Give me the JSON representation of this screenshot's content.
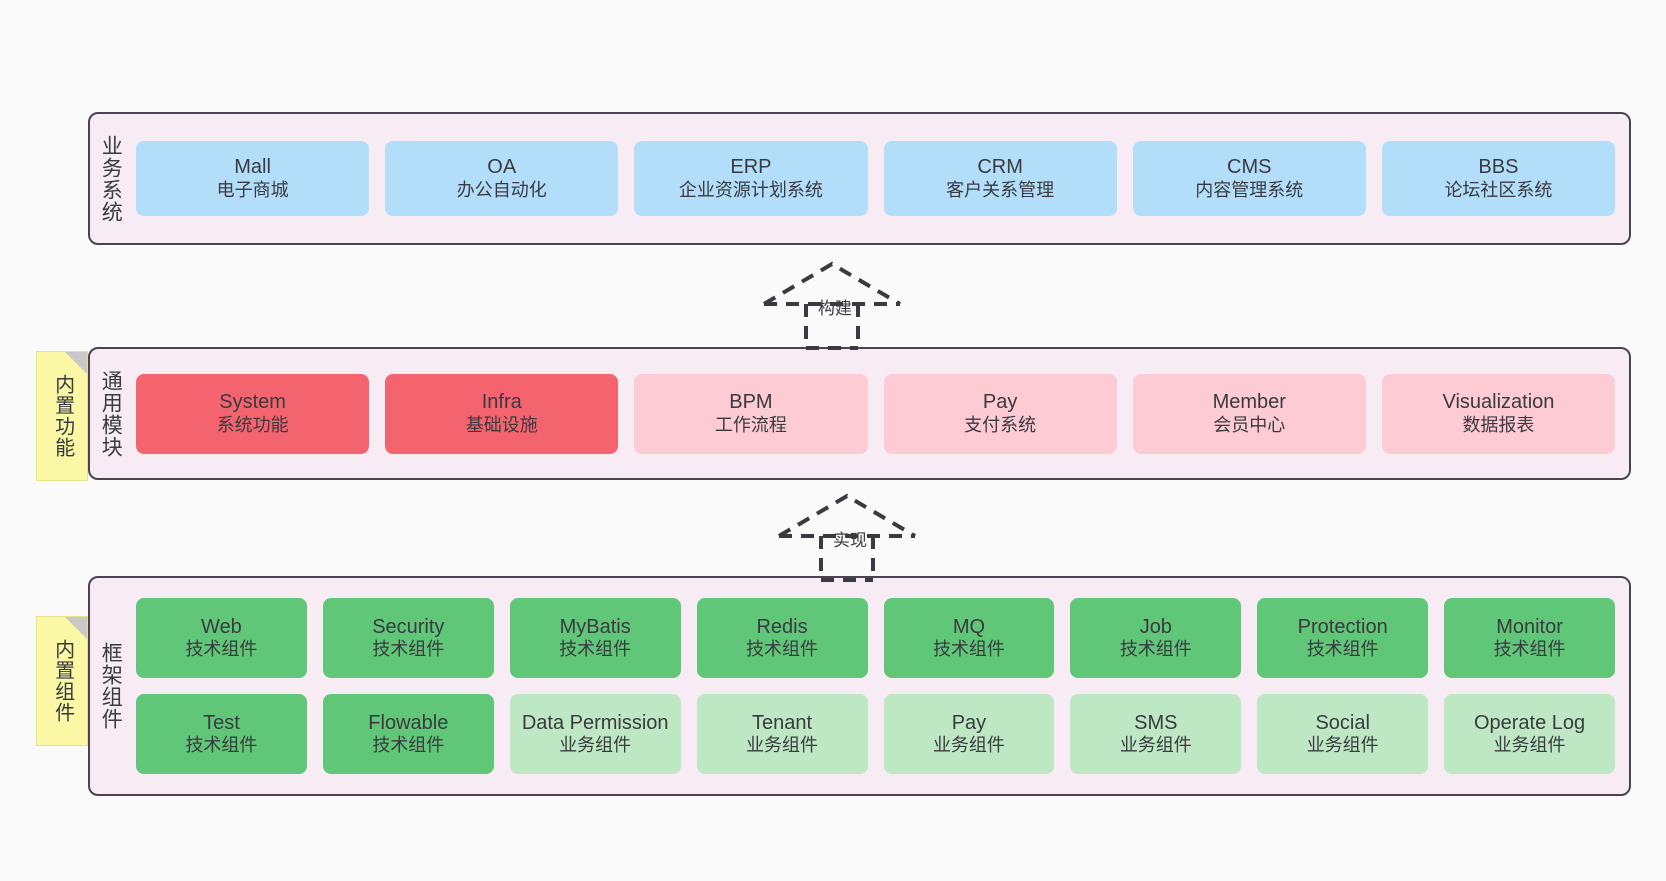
{
  "diagram": {
    "title": "",
    "colors": {
      "layer_background": "#F7EBF4",
      "layer_border": "#4A4452",
      "business_card": "#B3DEFA",
      "core_module_card": "#F4646E",
      "optional_module_card": "#FCCBD3",
      "tech_component_card": "#5FC777",
      "business_component_card": "#BEE8C4",
      "sticky_note": "#FBF8A5",
      "page_background": "#FAFAFA"
    }
  },
  "layers": {
    "business": {
      "title": "业务系统",
      "cards": [
        {
          "name": "Mall",
          "desc": "电子商城"
        },
        {
          "name": "OA",
          "desc": "办公自动化"
        },
        {
          "name": "ERP",
          "desc": "企业资源计划系统"
        },
        {
          "name": "CRM",
          "desc": "客户关系管理"
        },
        {
          "name": "CMS",
          "desc": "内容管理系统"
        },
        {
          "name": "BBS",
          "desc": "论坛社区系统"
        }
      ]
    },
    "common": {
      "title": "通用模块",
      "note": "内置功能",
      "cards": [
        {
          "name": "System",
          "desc": "系统功能"
        },
        {
          "name": "Infra",
          "desc": "基础设施"
        },
        {
          "name": "BPM",
          "desc": "工作流程"
        },
        {
          "name": "Pay",
          "desc": "支付系统"
        },
        {
          "name": "Member",
          "desc": "会员中心"
        },
        {
          "name": "Visualization",
          "desc": "数据报表"
        }
      ]
    },
    "framework": {
      "title": "框架组件",
      "note": "内置组件",
      "row1": [
        {
          "name": "Web",
          "desc": "技术组件"
        },
        {
          "name": "Security",
          "desc": "技术组件"
        },
        {
          "name": "MyBatis",
          "desc": "技术组件"
        },
        {
          "name": "Redis",
          "desc": "技术组件"
        },
        {
          "name": "MQ",
          "desc": "技术组件"
        },
        {
          "name": "Job",
          "desc": "技术组件"
        },
        {
          "name": "Protection",
          "desc": "技术组件"
        },
        {
          "name": "Monitor",
          "desc": "技术组件"
        }
      ],
      "row2": [
        {
          "name": "Test",
          "desc": "技术组件"
        },
        {
          "name": "Flowable",
          "desc": "技术组件"
        },
        {
          "name": "Data Permission",
          "desc": "业务组件"
        },
        {
          "name": "Tenant",
          "desc": "业务组件"
        },
        {
          "name": "Pay",
          "desc": "业务组件"
        },
        {
          "name": "SMS",
          "desc": "业务组件"
        },
        {
          "name": "Social",
          "desc": "业务组件"
        },
        {
          "name": "Operate Log",
          "desc": "业务组件"
        }
      ]
    }
  },
  "connectors": [
    {
      "id": "build",
      "label": "构建",
      "from": "common",
      "to": "business",
      "style": "dashed-generalization-arrow-up"
    },
    {
      "id": "implement",
      "label": "实现",
      "from": "framework",
      "to": "common",
      "style": "dashed-generalization-arrow-up"
    }
  ]
}
